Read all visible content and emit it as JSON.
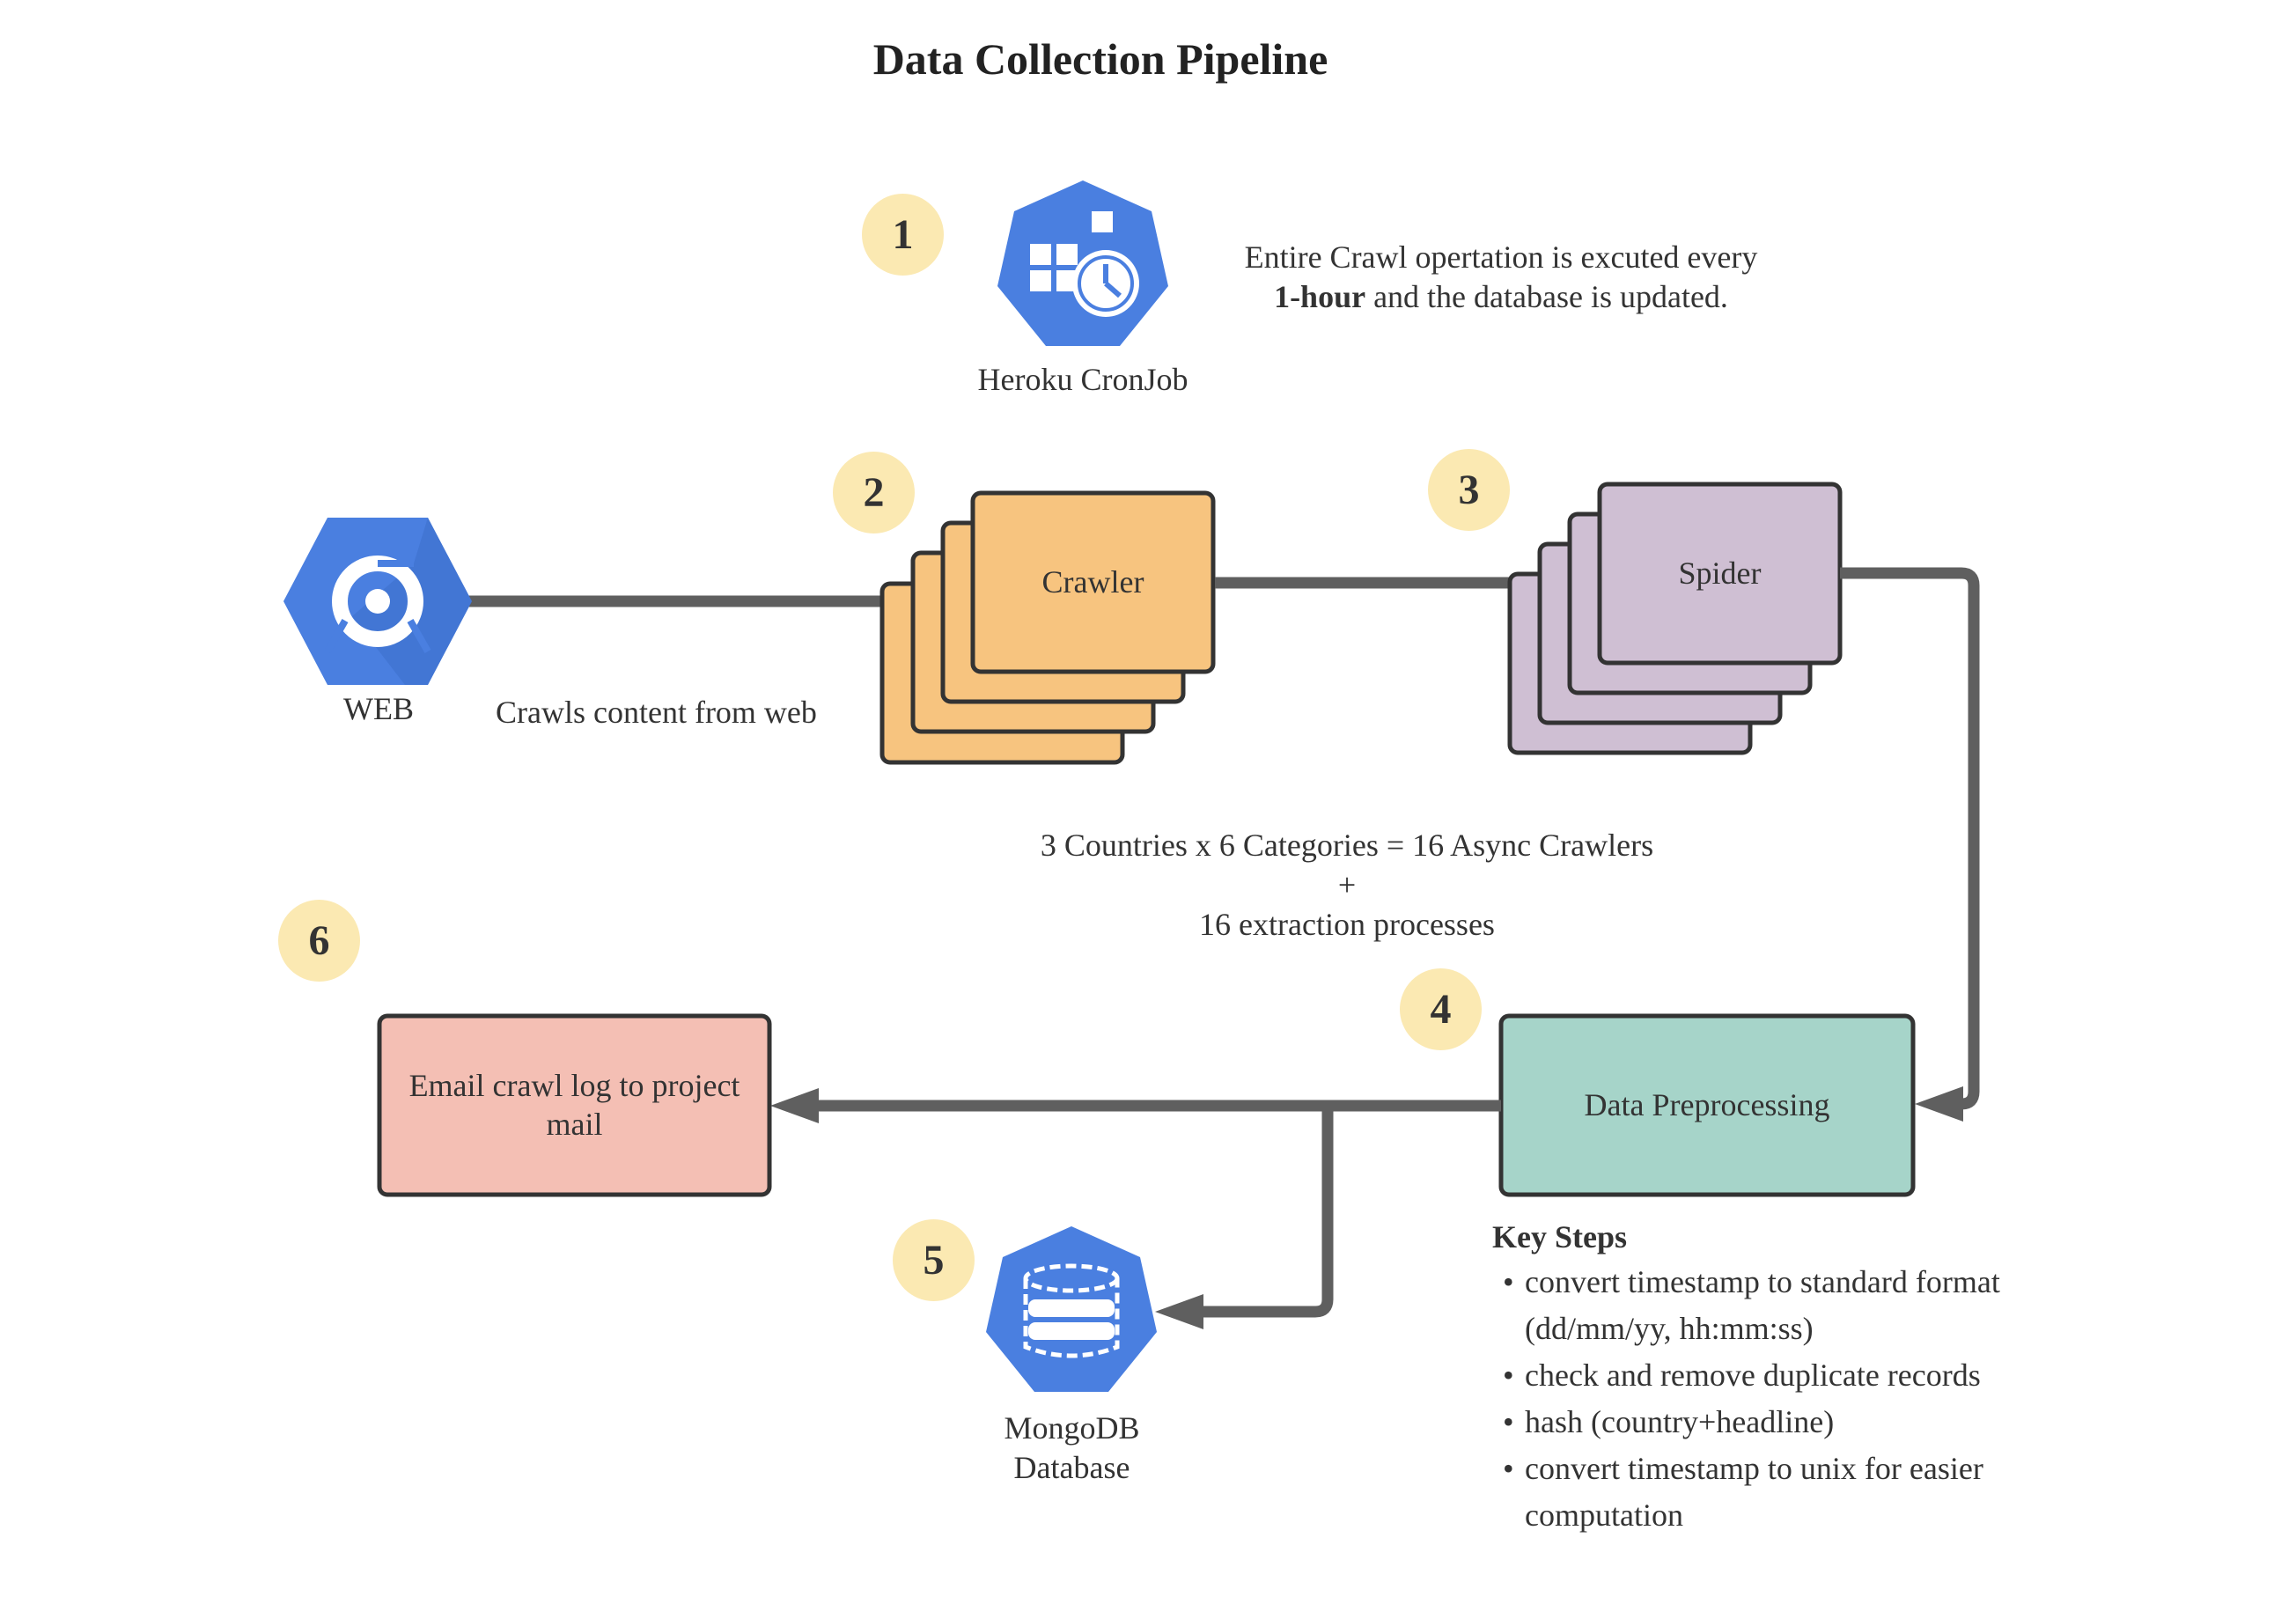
{
  "diagram": {
    "title": "Data Collection Pipeline",
    "step_badges": [
      "1",
      "2",
      "3",
      "4",
      "5",
      "6"
    ],
    "cronjob": {
      "label": "Heroku CronJob",
      "note_line1": "Entire Crawl opertation is excuted every",
      "note_bold": "1-hour",
      "note_rest": " and the database is updated."
    },
    "web": {
      "label": "WEB",
      "edge_label": "Crawls content from web"
    },
    "crawler": {
      "label": "Crawler"
    },
    "spider": {
      "label": "Spider"
    },
    "crawler_note": {
      "line1": "3 Countries x 6 Categories = 16 Async Crawlers",
      "line2": "+",
      "line3": "16 extraction processes"
    },
    "preprocessing": {
      "label": "Data Preprocessing",
      "key_steps_title": "Key Steps",
      "key_steps": [
        "convert timestamp to standard format (dd/mm/yy, hh:mm:ss)",
        "check and remove duplicate records",
        "hash (country+headline)",
        "convert timestamp to unix for easier computation"
      ]
    },
    "email": {
      "label": "Email crawl log to project mail"
    },
    "mongodb": {
      "label_line1": "MongoDB",
      "label_line2": "Database"
    },
    "colors": {
      "icon_blue": "#4a7fe0",
      "badge_yellow": "#fbe9b2",
      "crawler_orange": "#f7c47f",
      "spider_lilac": "#cfbfd3",
      "preprocessing_teal": "#a6d4c9",
      "email_pink": "#f4bfb4",
      "arrow_gray": "#5f5f5f"
    }
  }
}
